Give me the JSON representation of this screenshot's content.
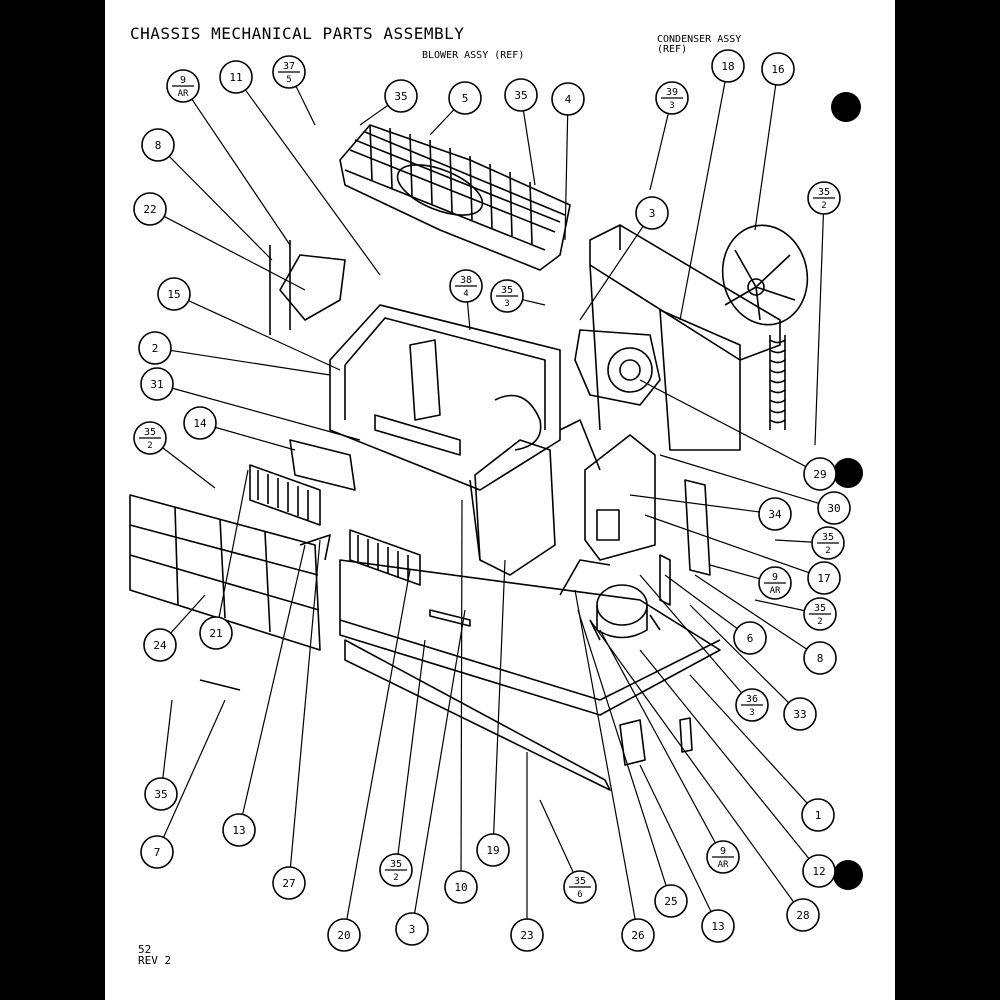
{
  "title": "CHASSIS MECHANICAL PARTS ASSEMBLY",
  "refs": {
    "blower": "BLOWER ASSY (REF)",
    "condenser_line1": "CONDENSER ASSY",
    "condenser_line2": "(REF)"
  },
  "footer": {
    "page": "52",
    "rev": "REV 2"
  },
  "callouts": [
    {
      "label": "9",
      "sub": "AR"
    },
    {
      "label": "11"
    },
    {
      "label": "37",
      "sub": "5"
    },
    {
      "label": "35"
    },
    {
      "label": "5"
    },
    {
      "label": "35"
    },
    {
      "label": "4"
    },
    {
      "label": "39",
      "sub": "3"
    },
    {
      "label": "18"
    },
    {
      "label": "16"
    },
    {
      "label": "8"
    },
    {
      "label": "22"
    },
    {
      "label": "15"
    },
    {
      "label": "35",
      "sub": "2"
    },
    {
      "label": "3"
    },
    {
      "label": "38",
      "sub": "4"
    },
    {
      "label": "35",
      "sub": "3"
    },
    {
      "label": "2"
    },
    {
      "label": "31"
    },
    {
      "label": "14"
    },
    {
      "label": "35",
      "sub": "2"
    },
    {
      "label": "29"
    },
    {
      "label": "30"
    },
    {
      "label": "34"
    },
    {
      "label": "35",
      "sub": "2"
    },
    {
      "label": "17"
    },
    {
      "label": "9",
      "sub": "AR"
    },
    {
      "label": "35",
      "sub": "2"
    },
    {
      "label": "24"
    },
    {
      "label": "21"
    },
    {
      "label": "6"
    },
    {
      "label": "8"
    },
    {
      "label": "36",
      "sub": "3"
    },
    {
      "label": "33"
    },
    {
      "label": "35"
    },
    {
      "label": "1"
    },
    {
      "label": "7"
    },
    {
      "label": "13"
    },
    {
      "label": "9",
      "sub": "AR"
    },
    {
      "label": "19"
    },
    {
      "label": "27"
    },
    {
      "label": "35",
      "sub": "2"
    },
    {
      "label": "10"
    },
    {
      "label": "12"
    },
    {
      "label": "35",
      "sub": "6"
    },
    {
      "label": "25"
    },
    {
      "label": "13"
    },
    {
      "label": "28"
    },
    {
      "label": "20"
    },
    {
      "label": "3"
    },
    {
      "label": "23"
    },
    {
      "label": "26"
    }
  ]
}
